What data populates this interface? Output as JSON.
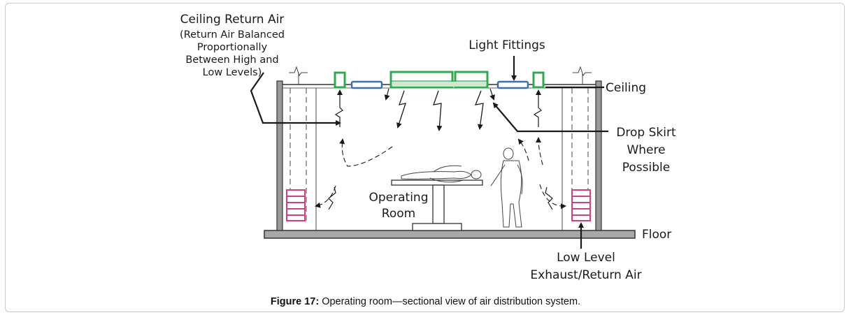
{
  "labels": {
    "ceiling_return": "Ceiling Return Air",
    "ceiling_return_note": [
      "(Return Air Balanced",
      "Proportionally",
      "Between High and",
      "Low Levels)"
    ],
    "light_fittings": "Light Fittings",
    "ceiling": "Ceiling",
    "drop_skirt": [
      "Drop Skirt",
      "Where",
      "Possible"
    ],
    "operating_room": [
      "Operating",
      "Room"
    ],
    "floor": "Floor",
    "low_level": [
      "Low Level",
      "Exhaust/Return Air"
    ]
  },
  "caption": {
    "prefix": "Figure 17:",
    "text": " Operating room—sectional view of air distribution system."
  },
  "colors": {
    "return_grille": "#2fa84f",
    "light_fitting": "#3d6fa8",
    "exhaust_grille": "#d0417e",
    "wall": "#8a8a8a",
    "line": "#1a1a1a"
  }
}
